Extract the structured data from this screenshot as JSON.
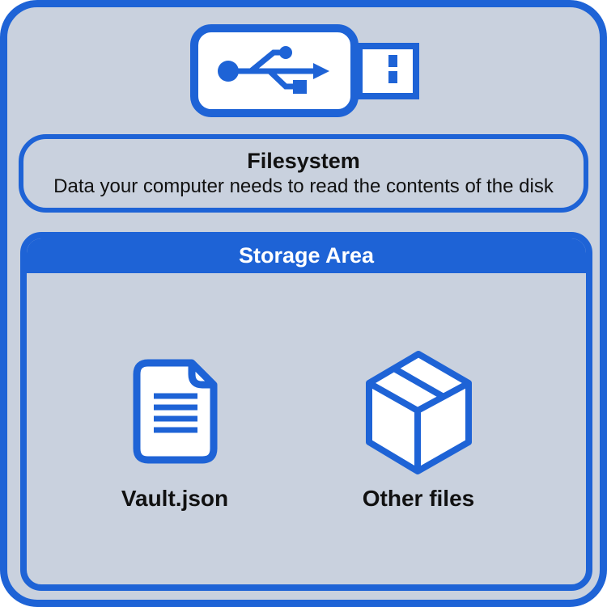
{
  "colors": {
    "accent_blue": "#1e63d6",
    "panel_background": "#c9d1de",
    "text": "#111111",
    "icon_fill": "#ffffff"
  },
  "usb": {
    "icon": "usb-drive-icon"
  },
  "filesystem": {
    "title": "Filesystem",
    "description": "Data your computer needs to read the contents of the disk"
  },
  "storage": {
    "title": "Storage Area",
    "items": [
      {
        "icon": "document-icon",
        "label": "Vault.json"
      },
      {
        "icon": "box-icon",
        "label": "Other files"
      }
    ]
  }
}
